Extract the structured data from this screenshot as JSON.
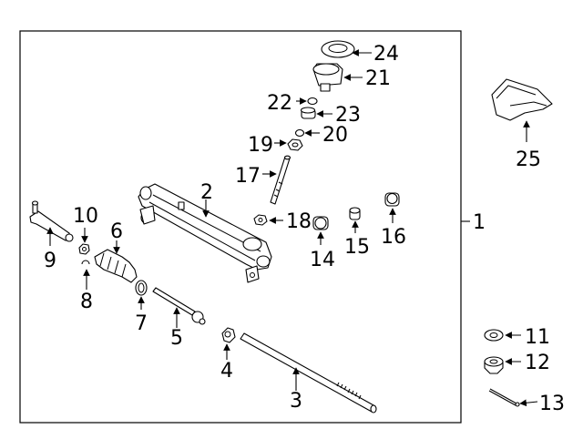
{
  "diagram": {
    "callouts": {
      "c1": "1",
      "c2": "2",
      "c3": "3",
      "c4": "4",
      "c5": "5",
      "c6": "6",
      "c7": "7",
      "c8": "8",
      "c9": "9",
      "c10": "10",
      "c11": "11",
      "c12": "12",
      "c13": "13",
      "c14": "14",
      "c15": "15",
      "c16": "16",
      "c17": "17",
      "c18": "18",
      "c19": "19",
      "c20": "20",
      "c21": "21",
      "c22": "22",
      "c23": "23",
      "c24": "24",
      "c25": "25"
    }
  }
}
